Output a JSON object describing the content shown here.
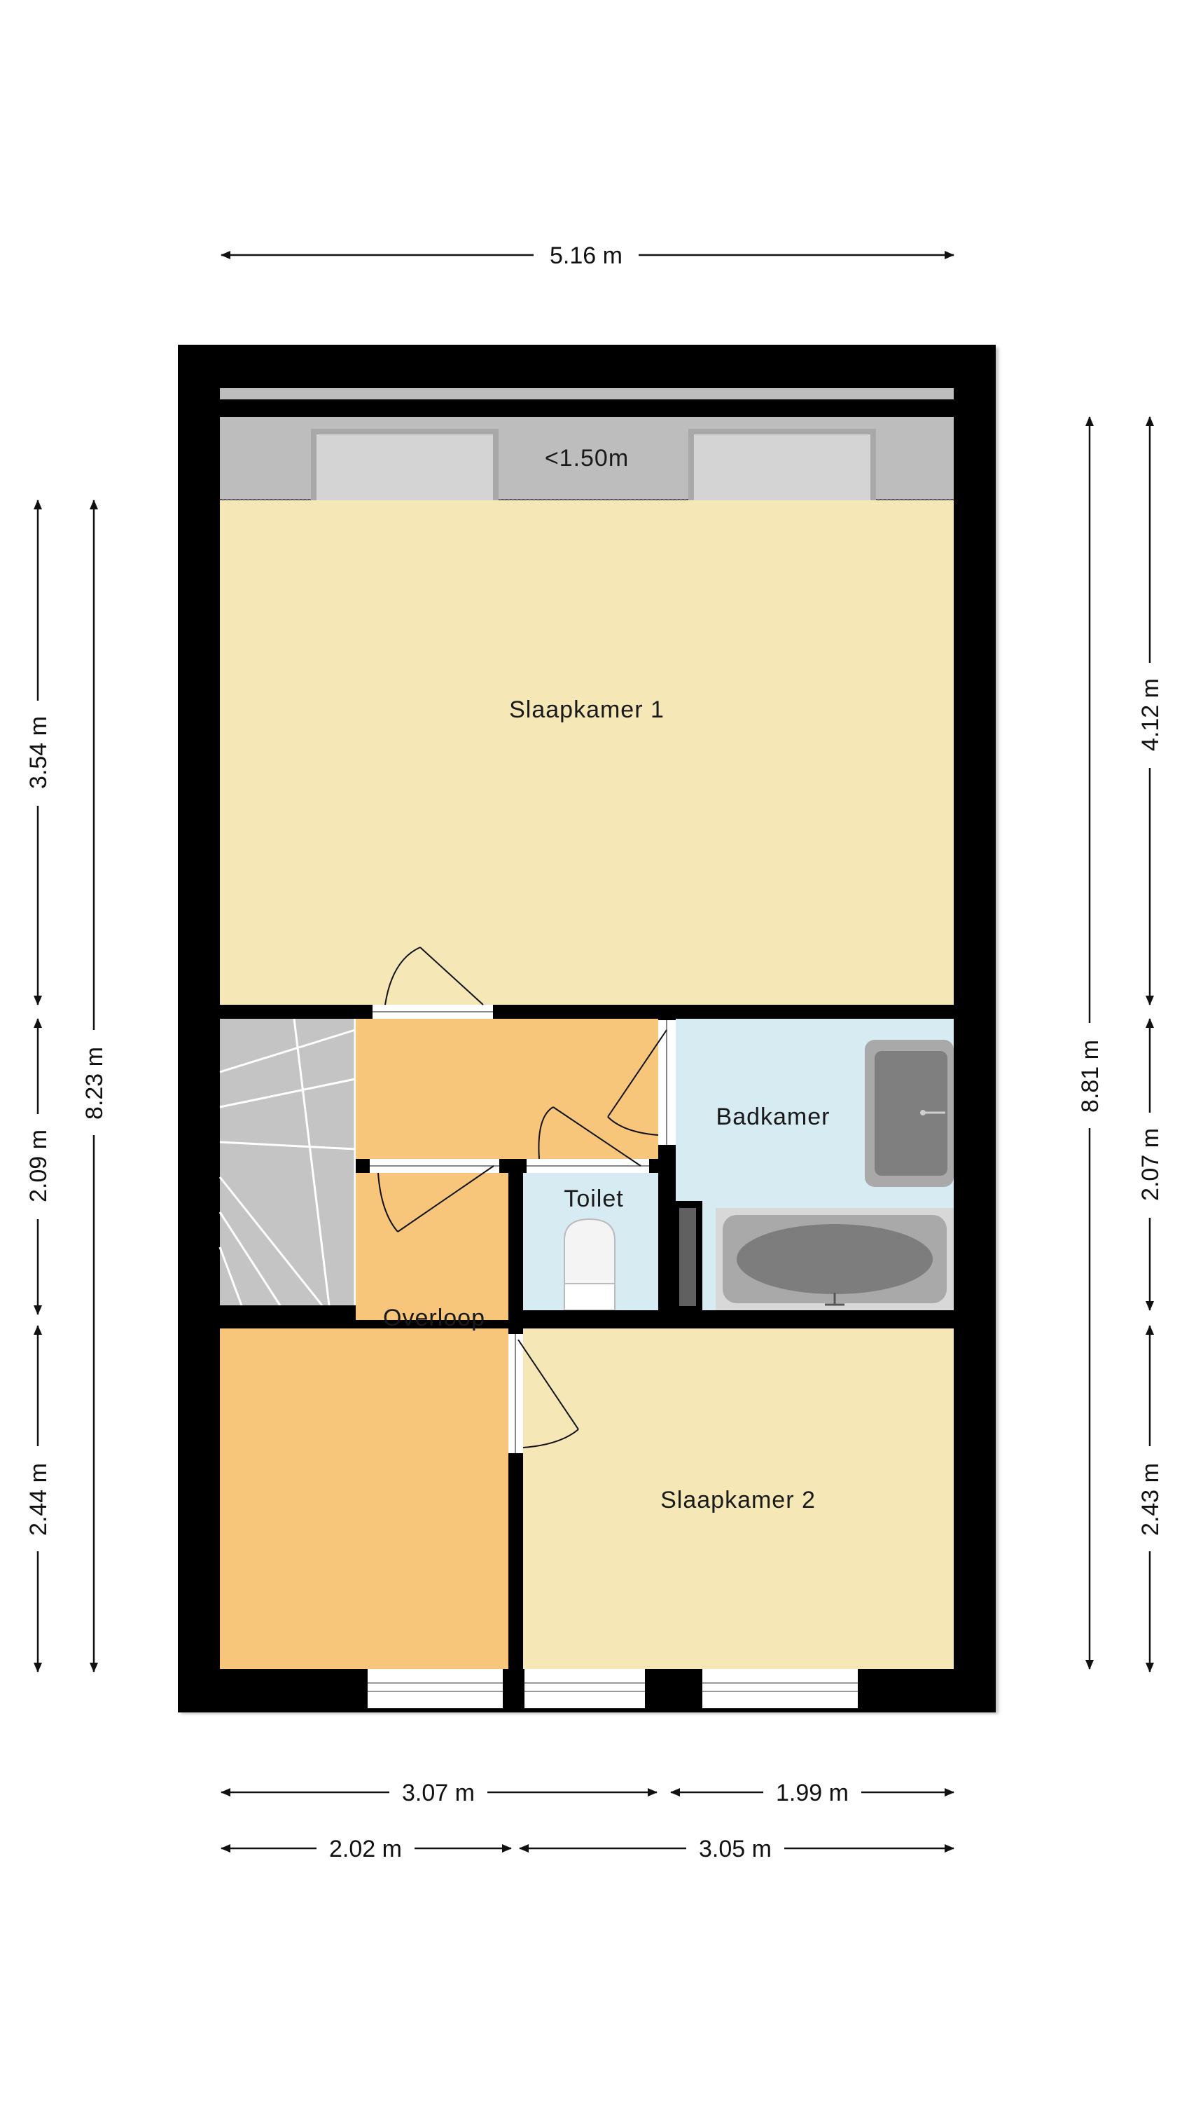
{
  "colors": {
    "wall": "#000000",
    "bedroom": "#f5e7b6",
    "hall": "#f8c67a",
    "wet_room": "#d6ecf2",
    "low_ceiling": "#bdbdbd",
    "stair": "#c9c9c9",
    "fixture": "#9e9e9e"
  },
  "rooms": {
    "slaapkamer1": "Slaapkamer 1",
    "slaapkamer2": "Slaapkamer 2",
    "badkamer": "Badkamer",
    "toilet": "Toilet",
    "overloop": "Overloop",
    "low_ceiling": "<1.50m"
  },
  "dimensions": {
    "top_width": "5.16 m",
    "left_outer_total": "8.23 m",
    "left_inner_top": "3.54 m",
    "left_inner_mid": "2.09 m",
    "left_inner_bottom": "2.44 m",
    "right_inner_total": "8.81 m",
    "right_outer_top": "4.12 m",
    "right_outer_mid": "2.07 m",
    "right_outer_bottom": "2.43 m",
    "bottom_row1_left": "3.07 m",
    "bottom_row1_right": "1.99 m",
    "bottom_row2_left": "2.02 m",
    "bottom_row2_right": "3.05 m"
  },
  "icons": [
    "door-icon",
    "window-icon",
    "stair-icon",
    "bathtub-icon",
    "sink-icon",
    "toilet-icon",
    "skylight-icon"
  ]
}
